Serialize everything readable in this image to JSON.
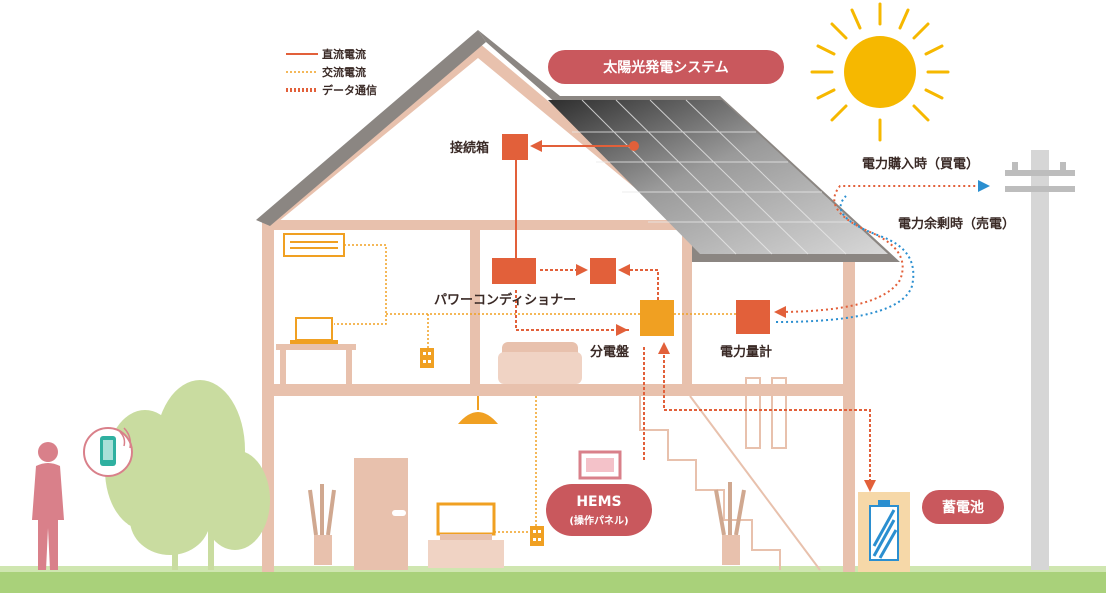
{
  "legend": {
    "dc": "直流電流",
    "ac": "交流電流",
    "data": "データ通信"
  },
  "title_pill": "太陽光発電システム",
  "labels": {
    "junction_box": "接続箱",
    "power_conditioner": "パワーコンディショナー",
    "distribution_board": "分電盤",
    "power_meter": "電力量計",
    "buying": "電力購入時（買電）",
    "selling": "電力余剰時（売電）",
    "battery": "蓄電池",
    "hems_title": "HEMS",
    "hems_sub": "(操作パネル)"
  },
  "colors": {
    "dc_line": "#e2603a",
    "ac_line": "#f0a022",
    "data_line": "#e2603a",
    "pill": "#c9585d",
    "house_frame": "#e8c1ad",
    "roof": "#8b8682",
    "sun": "#f6b800",
    "tree": "#c9dca0",
    "ground": "#a9d17a",
    "person": "#d9808a",
    "grid_line": "#2b8fd0"
  },
  "icons": [
    "sun-icon",
    "solar-panel-icon",
    "utility-pole-icon",
    "person-icon",
    "smartphone-icon",
    "battery-icon",
    "air-conditioner-icon",
    "laptop-icon",
    "sofa-icon",
    "lamp-icon",
    "tv-icon",
    "plant-icon",
    "door-icon",
    "outlet-icon"
  ]
}
